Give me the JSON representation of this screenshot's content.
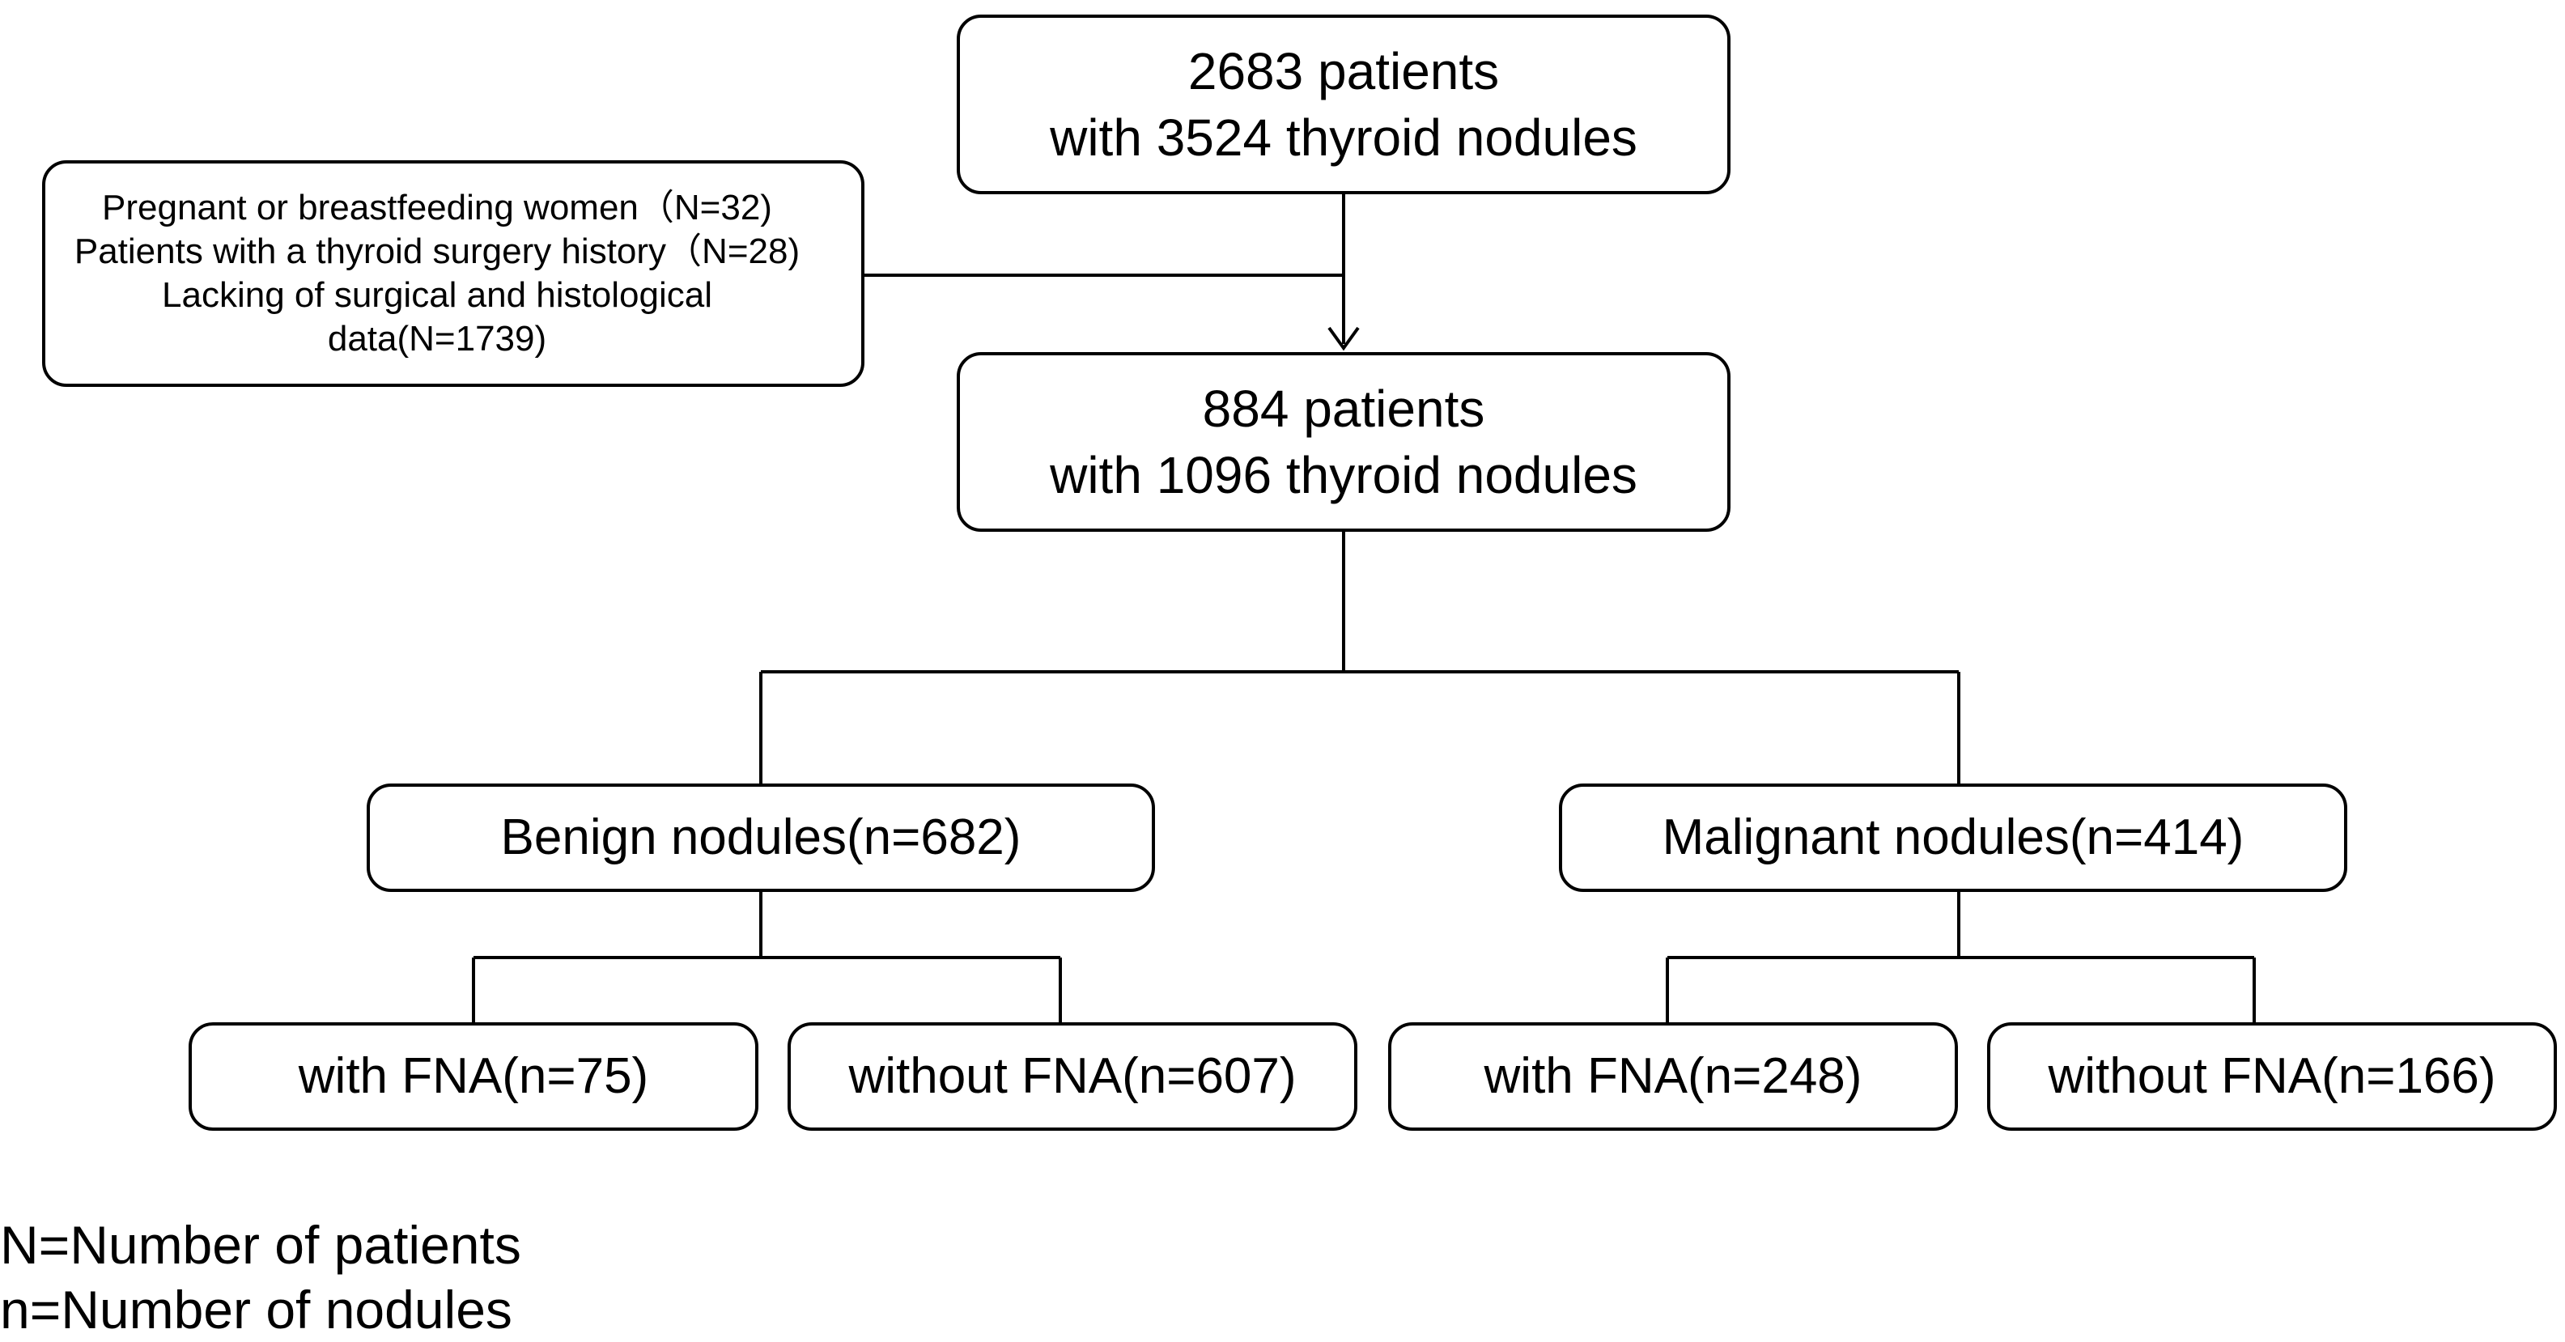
{
  "flowchart": {
    "top_box": {
      "line1": "2683 patients",
      "line2": "with 3524 thyroid nodules"
    },
    "exclusion_box": {
      "line1": "Pregnant or breastfeeding women（N=32)",
      "line2": "Patients with a thyroid surgery history（N=28)",
      "line3": "Lacking of surgical and histological",
      "line4": "data(N=1739)"
    },
    "middle_box": {
      "line1": "884 patients",
      "line2": "with 1096 thyroid nodules"
    },
    "benign_box": "Benign nodules(n=682)",
    "malignant_box": "Malignant nodules(n=414)",
    "benign_with_fna": "with FNA(n=75)",
    "benign_without_fna": "without FNA(n=607)",
    "malignant_with_fna": "with FNA(n=248)",
    "malignant_without_fna": "without FNA(n=166)"
  },
  "legend": {
    "line1": "N=Number of patients",
    "line2": "n=Number of nodules"
  }
}
